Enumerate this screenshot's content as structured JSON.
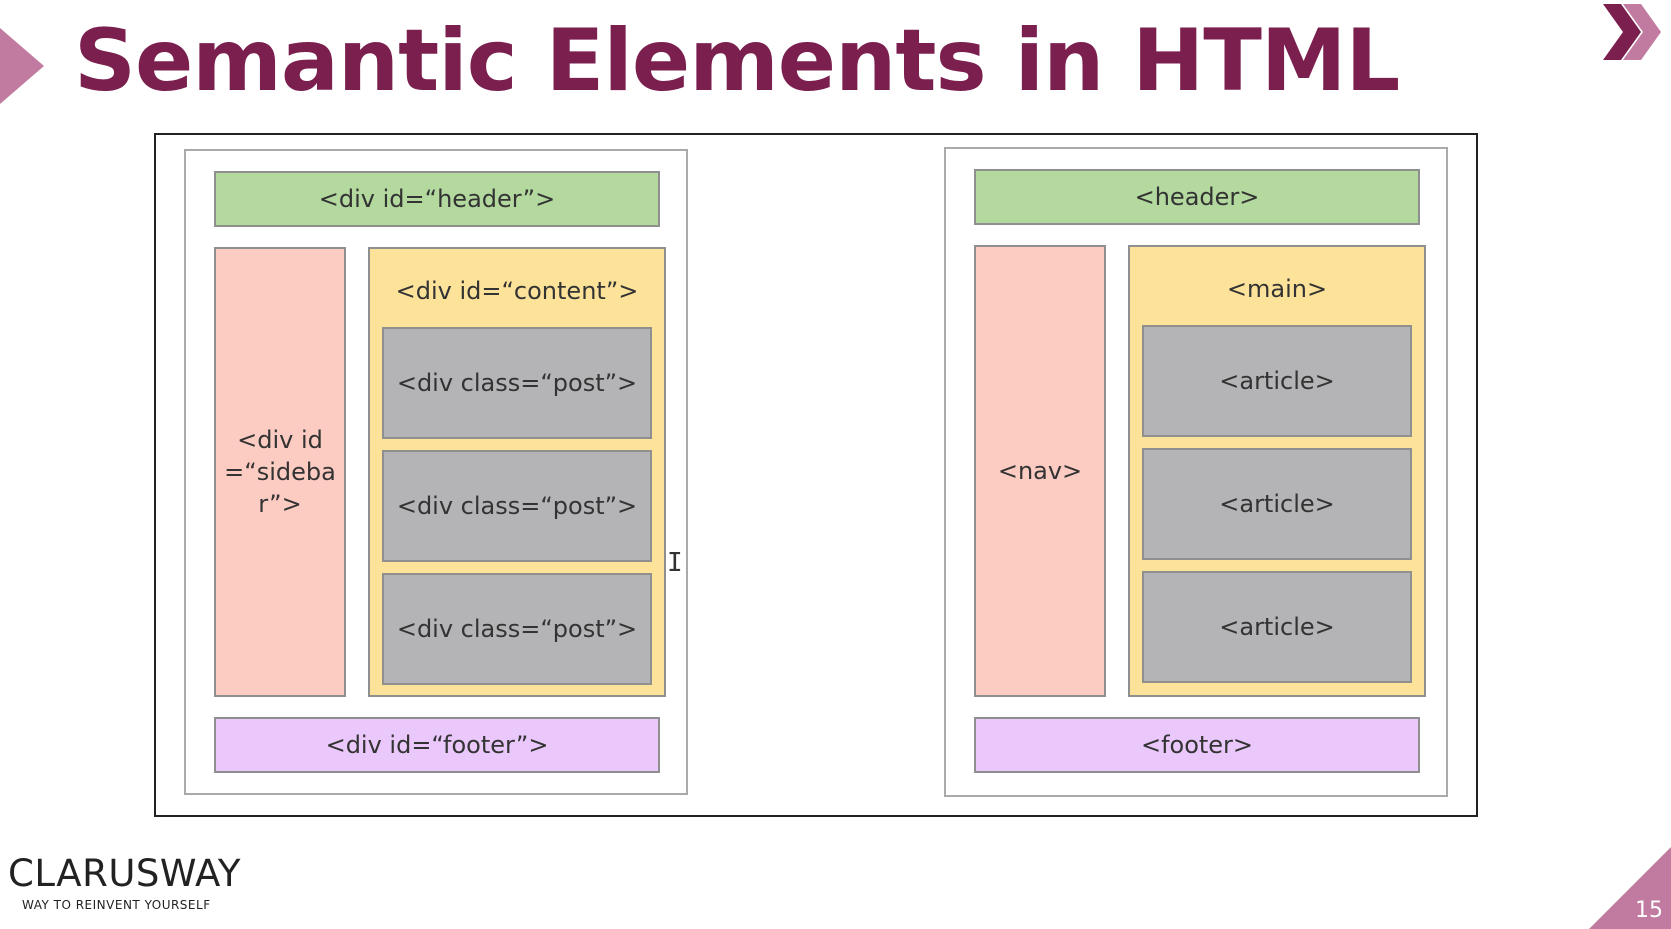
{
  "slide": {
    "title": "Semantic Elements in HTML",
    "page_number": "15"
  },
  "brand": {
    "name": "CLARUSWAY",
    "tagline": "WAY TO REINVENT YOURSELF",
    "accent_color": "#c27ba0",
    "title_color": "#7a1f4e"
  },
  "left_layout": {
    "header": "<div id=“header”>",
    "sidebar": "<div id=“sidebar”>",
    "content": "<div id=“content”>",
    "posts": [
      "<div class=“post”>",
      "<div class=“post”>",
      "<div class=“post”>"
    ],
    "footer": "<div id=“footer”>"
  },
  "right_layout": {
    "header": "<header>",
    "nav": "<nav>",
    "main": "<main>",
    "articles": [
      "<article>",
      "<article>",
      "<article>"
    ],
    "footer": "<footer>"
  },
  "colors": {
    "header": "#b3d99f",
    "sidebar": "#fccbc2",
    "content": "#fde39a",
    "post": "#b4b4b6",
    "footer": "#ebc8fb"
  }
}
